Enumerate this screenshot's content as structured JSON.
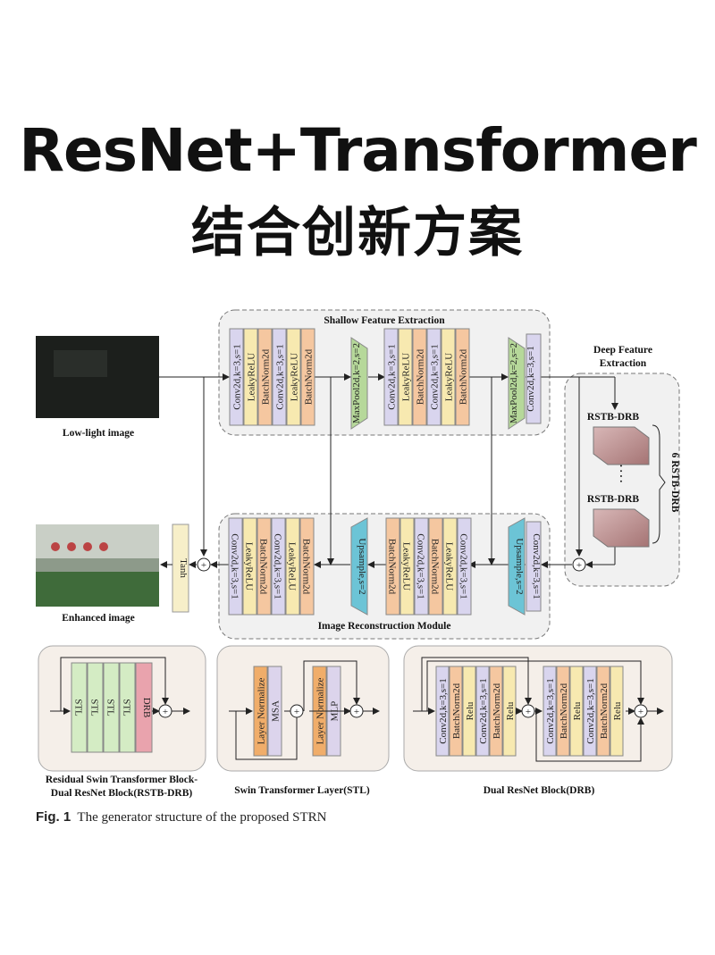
{
  "header": {
    "title_line1": "ResNet+Transformer",
    "title_line2": "结合创新方案"
  },
  "figure": {
    "shallow_title": "Shallow Feature Extraction",
    "deep_title_1": "Deep Feature",
    "deep_title_2": "Extraction",
    "recon_title": "Image Reconstruction Module",
    "low_light_label": "Low-light image",
    "enhanced_label": "Enhanced image",
    "tanh": "Tanh",
    "rstb_label": "RSTB-DRB",
    "rstb_repeat": "6 RSTB-DRB",
    "dots": ". . . .",
    "shallow_blocks": [
      "Conv2d,k=3,s=1",
      "LeakyReLU",
      "BatchNorm2d",
      "Conv2d,k=3,s=1",
      "LeakyReLU",
      "BatchNorm2d"
    ],
    "maxpool": "MaxPool2d,k=2,s=2",
    "shallow_blocks2": [
      "Conv2d,k=3,s=1",
      "LeakyReLU",
      "BatchNorm2d",
      "Conv2d,k=3,s=1",
      "LeakyReLU",
      "BatchNorm2d"
    ],
    "maxpool2": "MaxPool2d,k=2,s=2",
    "conv_last": "Conv2d,k=3,s=1",
    "recon_blocks1": [
      "Conv2d,k=3,s=1",
      "LeakyReLU",
      "BatchNorm2d",
      "Conv2d,k=3,s=1",
      "LeakyReLU",
      "BatchNorm2d"
    ],
    "upsample": "Upsample,s=2",
    "recon_blocks2": [
      "BatchNorm2d",
      "LeakyReLU",
      "Conv2d,k=3,s=1",
      "BatchNorm2d",
      "LeakyReLU",
      "Conv2d,k=3,s=1"
    ],
    "upsample2": "Upsample,s=2",
    "recon_conv": "Conv2d,k=3,s=1",
    "rstb_caption_1": "Residual Swin Transformer Block-",
    "rstb_caption_2": "Dual ResNet Block(RSTB-DRB)",
    "stl_caption": "Swin Transformer Layer(STL)",
    "drb_caption": "Dual ResNet Block(DRB)",
    "stl_blocks": [
      "STL",
      "STL",
      "STL",
      "STL"
    ],
    "drb_block": "DRB",
    "stl_inner": [
      "Layer Normalize",
      "MSA",
      "Layer Normalize",
      "MLP"
    ],
    "drb_inner": [
      "Conv2d,k=3,s=1",
      "BatchNorm2d",
      "Relu",
      "Conv2d,k=3,s=1",
      "BatchNorm2d",
      "Relu"
    ],
    "plus": "+"
  },
  "caption": {
    "fig": "Fig. 1",
    "text": "The generator structure of the proposed STRN"
  },
  "colors": {
    "conv": "#d9d5ee",
    "leaky": "#f7e9b0",
    "bn": "#f5c7a0",
    "maxpool": "#b6d89a",
    "upsample": "#6cc4d6",
    "stl": "#d4ecc4",
    "drb": "#e9a3ad",
    "ln": "#f0ad6a",
    "msa": "#dcd4ec"
  }
}
